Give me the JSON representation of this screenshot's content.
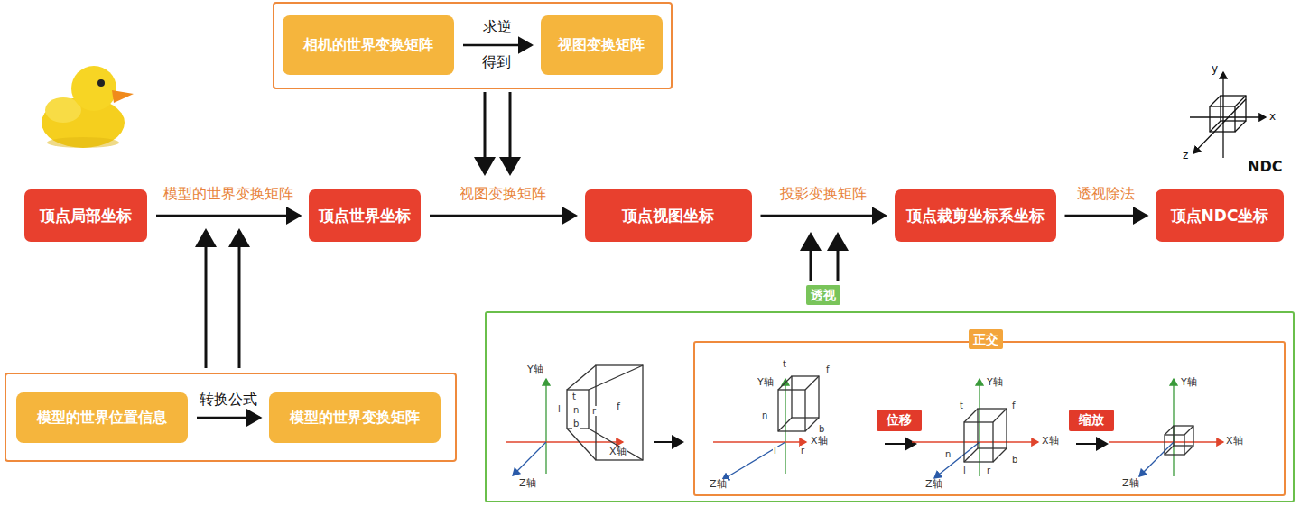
{
  "diagram": {
    "nodes": [
      {
        "text": [
          "顶点局部坐标"
        ]
      },
      {
        "text": [
          "顶点世界坐标"
        ]
      },
      {
        "text": [
          "顶点视图坐标"
        ]
      },
      {
        "text": [
          "顶点裁剪坐标系坐标"
        ]
      },
      {
        "text": [
          "顶点NDC坐标"
        ]
      },
      {
        "text": [
          "相机的世界变换矩阵"
        ]
      },
      {
        "text": [
          "视图变换矩阵"
        ]
      },
      {
        "text": [
          "模型的世界位置信息"
        ]
      },
      {
        "text": [
          "模型的世界变换矩阵"
        ]
      },
      {
        "text": [
          "透视"
        ]
      },
      {
        "text": [
          "正交"
        ],
        "in": 9
      },
      {
        "text": [
          "位移"
        ],
        "in": 10
      },
      {
        "text": [
          "缩放"
        ],
        "in": 10
      }
    ],
    "edges": [
      {
        "from": 0,
        "to": 1,
        "arrow": "to",
        "label": "模型的世界变换矩阵"
      },
      {
        "from": 1,
        "to": 2,
        "arrow": "to",
        "label": "视图变换矩阵"
      },
      {
        "from": 2,
        "to": 3,
        "arrow": "to",
        "label": "投影变换矩阵"
      },
      {
        "from": 3,
        "to": 4,
        "arrow": "to",
        "label": "透视除法"
      },
      {
        "from": 5,
        "to": 6,
        "arrow": "to",
        "label": "求逆"
      },
      {
        "from": 7,
        "to": 8,
        "arrow": "to",
        "label": "转换公式"
      }
    ],
    "labels": [
      "得到",
      "NDC",
      "y",
      "x",
      "z",
      "Y轴",
      "t",
      "l",
      "n",
      "r",
      "b",
      "f",
      "X轴",
      "Z轴",
      "Y轴",
      "t",
      "f",
      "n",
      "l",
      "r",
      "b",
      "X轴",
      "Z轴",
      "Y轴",
      "t",
      "f",
      "n",
      "l",
      "r",
      "b",
      "X轴",
      "Z轴",
      "Y轴",
      "X轴",
      "Z轴"
    ]
  }
}
